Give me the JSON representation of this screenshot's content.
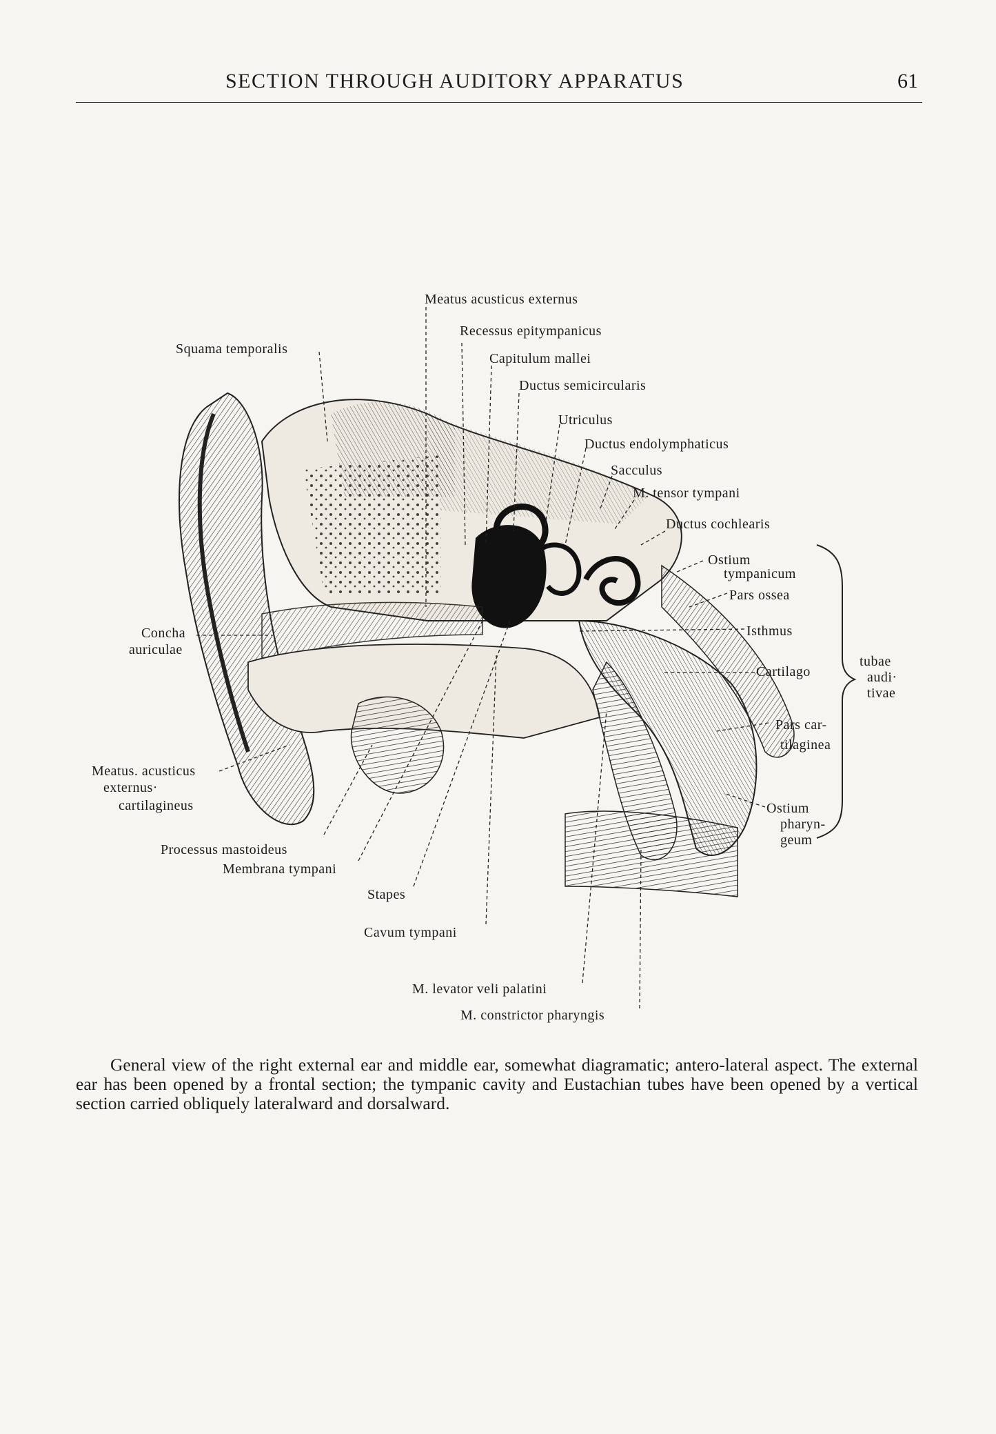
{
  "header": {
    "running_head": "SECTION THROUGH AUDITORY APPARATUS",
    "page_number": "61"
  },
  "figure": {
    "labels": {
      "meatus_acusticus_externus": "Meatus acusticus externus",
      "recessus_epitympanicus": "Recessus epitympanicus",
      "squama_temporalis": "Squama temporalis",
      "capitulum_mallei": "Capitulum mallei",
      "ductus_semicircularis": "Ductus semicircularis",
      "utriculus": "Utriculus",
      "ductus_endolymphaticus": "Ductus endolymphaticus",
      "sacculus": "Sacculus",
      "m_tensor_tympani": "M. tensor tympani",
      "ductus_cochlearis": "Ductus cochlearis",
      "ostium_tympanicum_1": "Ostium",
      "ostium_tympanicum_2": "tympanicum",
      "pars_ossea": "Pars ossea",
      "isthmus": "Isthmus",
      "cartilago": "Cartilago",
      "pars_cartilaginea_1": "Pars car-",
      "pars_cartilaginea_2": "tilaginea",
      "ostium_pharyngeum_1": "Ostium",
      "ostium_pharyngeum_2": "pharyn-",
      "ostium_pharyngeum_3": "geum",
      "tubae_auditivae_1": "tubae",
      "tubae_auditivae_2": "audi·",
      "tubae_auditivae_3": "tivae",
      "concha_auriculae_1": "Concha",
      "concha_auriculae_2": "auriculae",
      "meatus_cartilagineus_1": "Meatus. acusticus",
      "meatus_cartilagineus_2": "externus·",
      "meatus_cartilagineus_3": "cartilagineus",
      "processus_mastoideus": "Processus mastoideus",
      "membrana_tympani": "Membrana tympani",
      "stapes": "Stapes",
      "cavum_tympani": "Cavum tympani",
      "m_levator_veli_palatini": "M. levator veli palatini",
      "m_constrictor_pharyngis": "M. constrictor pharyngis"
    }
  },
  "caption": "General view of the right external ear and middle ear, somewhat diagramatic; antero-lateral aspect. The external ear has been opened by a frontal section; the tympanic cavity and Eustachian tubes have been opened by a vertical section carried obliquely lateralward and dorsalward."
}
